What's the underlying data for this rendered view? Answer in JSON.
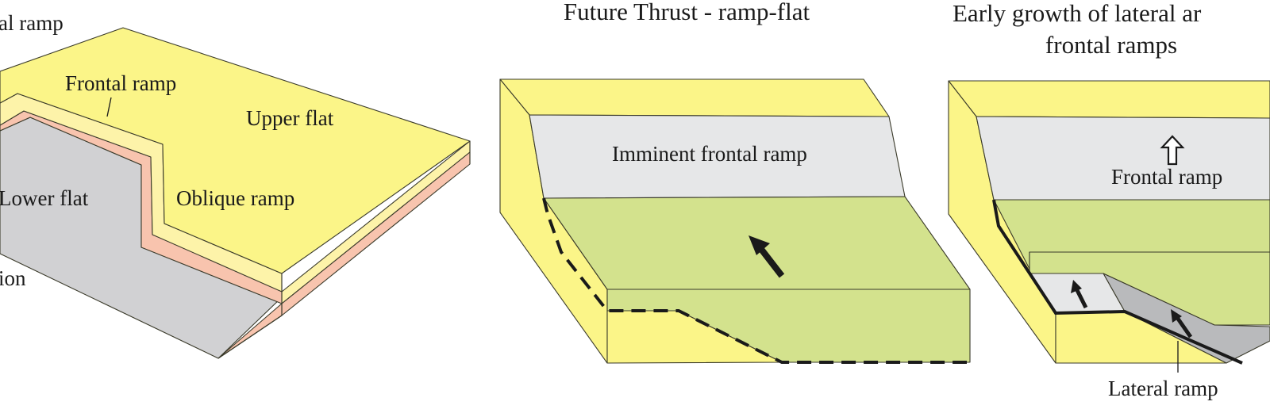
{
  "panels": [
    {
      "labels": {
        "lateral_ramp": "al  ramp",
        "frontal_ramp": "Frontal  ramp",
        "upper_flat": "Upper flat",
        "lower_flat": "Lower flat",
        "oblique_ramp": "Oblique  ramp",
        "bottom_left": "ion"
      }
    },
    {
      "title": "Future Thrust - ramp-flat",
      "labels": {
        "imminent_frontal_ramp": "Imminent frontal  ramp"
      }
    },
    {
      "title_line1": "Early growth of lateral ar",
      "title_line2": "frontal ramps",
      "labels": {
        "frontal_ramp": "Frontal  ramp",
        "lateral_ramp": "Lateral  ramp"
      }
    }
  ],
  "colors": {
    "yellow": "#fbf588",
    "pale_yellow": "#fdf3a9",
    "pink": "#f8c4ae",
    "gray": "#d1d1d3",
    "light_gray": "#e6e7e8",
    "green": "#d3e28d",
    "ink": "#1a1a1a"
  }
}
